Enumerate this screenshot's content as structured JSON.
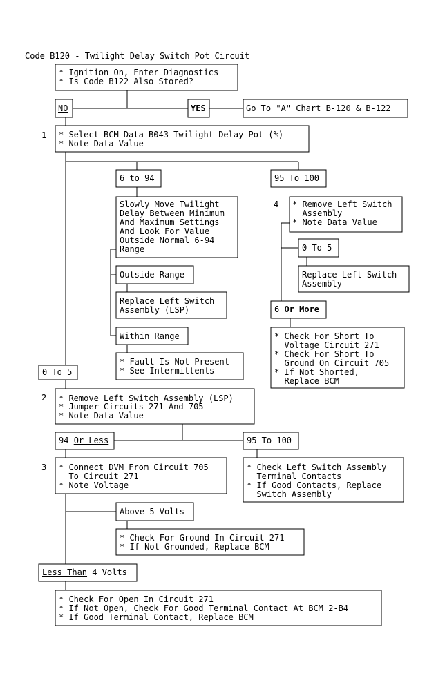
{
  "title": "Code B120 - Twilight Delay Switch Pot Circuit",
  "steps": {
    "s1": "1",
    "s2": "2",
    "s3": "3",
    "s4": "4"
  },
  "boxes": {
    "start": [
      "* Ignition On, Enter Diagnostics",
      "* Is Code B122 Also Stored?"
    ],
    "no": "NO",
    "yes": "YES",
    "goto": "Go To \"A\" Chart B-120 & B-122",
    "step1": [
      "* Select BCM Data B043 Twilight Delay Pot (%)",
      "* Note Data Value"
    ],
    "range_6_94": "6 to 94",
    "range_95_100_a": "95 To 100",
    "slowly": [
      "Slowly Move Twilight",
      "Delay Between Minimum",
      "And Maximum Settings",
      "And Look For Value",
      "Outside Normal 6-94",
      "Range"
    ],
    "outside": "Outside Range",
    "replace_lsp": [
      "Replace Left Switch",
      "Assembly (LSP)"
    ],
    "within": "Within Range",
    "fault": [
      "* Fault Is Not Present",
      "* See Intermittents"
    ],
    "step4": [
      "* Remove Left Switch",
      "  Assembly",
      "* Note Data Value"
    ],
    "r0_5_b": "0 To 5",
    "replace_ls": [
      "Replace Left Switch",
      "Assembly"
    ],
    "six_more_a": "6 ",
    "six_more_b": "Or More",
    "short": [
      "* Check For Short To",
      "  Voltage Circuit 271",
      "* Check For Short To",
      "  Ground On Circuit 705",
      "* If Not Shorted,",
      "  Replace BCM"
    ],
    "r0_5_a": "0 To 5",
    "step2": [
      "* Remove Left Switch Assembly (LSP)",
      "* Jumper Circuits 271 And 705",
      "* Note Data Value"
    ],
    "le94_a": "94 ",
    "le94_b": "Or Less",
    "range_95_100_b": "95 To 100",
    "step3": [
      "* Connect DVM From Circuit 705",
      "  To Circuit 271",
      "* Note Voltage"
    ],
    "terminals": [
      "* Check Left Switch Assembly",
      "  Terminal Contacts",
      "* If Good Contacts, Replace",
      "  Switch Assembly"
    ],
    "above5": "Above 5 Volts",
    "ground": [
      "* Check For Ground In Circuit 271",
      "* If Not Grounded, Replace BCM"
    ],
    "lt4_a": "Less Than",
    "lt4_b": " 4 Volts",
    "final": [
      "* Check For Open In Circuit 271",
      "* If Not Open, Check For Good Terminal Contact At BCM 2-B4",
      "* If Good Terminal Contact, Replace BCM"
    ]
  }
}
